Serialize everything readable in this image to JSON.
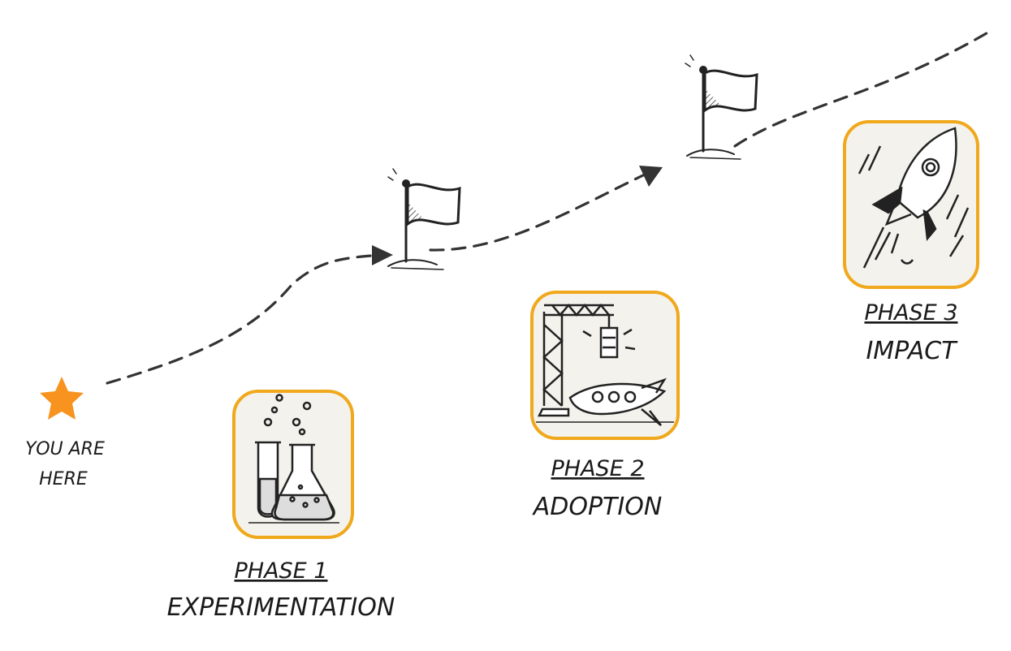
{
  "start": {
    "line1": "YOU ARE",
    "line2": "HERE",
    "star_color": "#F7931E"
  },
  "phases": [
    {
      "title": "PHASE 1",
      "name": "EXPERIMENTATION",
      "icon": "test-tubes-icon"
    },
    {
      "title": "PHASE 2",
      "name": "ADOPTION",
      "icon": "crane-rocket-icon"
    },
    {
      "title": "PHASE 3",
      "name": "IMPACT",
      "icon": "rocket-launch-icon"
    }
  ],
  "colors": {
    "tile_border": "#F0A81C",
    "tile_fill": "#F4F2EC",
    "ink": "#222222"
  }
}
